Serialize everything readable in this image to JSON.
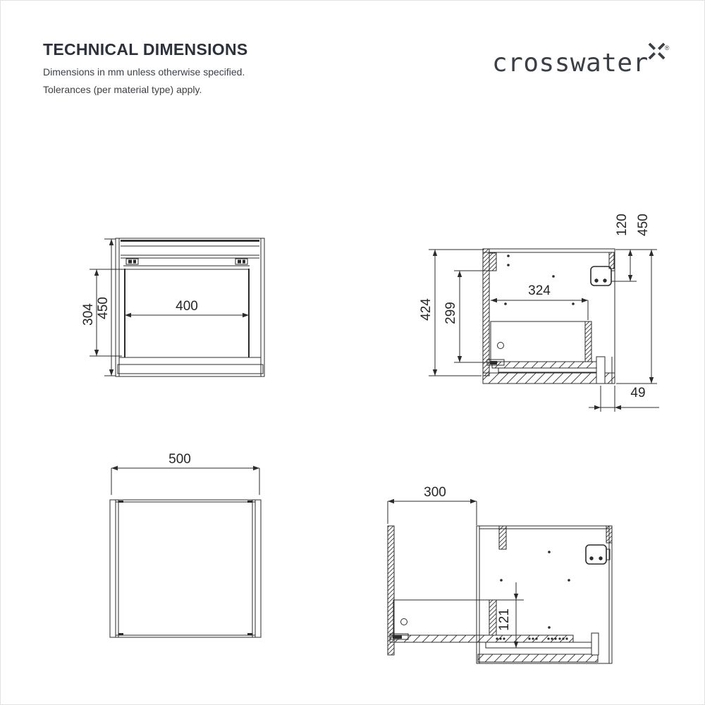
{
  "header": {
    "title": "TECHNICAL DIMENSIONS",
    "subtitle1": "Dimensions in mm unless otherwise specified.",
    "subtitle2": "Tolerances (per material type) apply.",
    "brand": "crosswater",
    "registered": "®"
  },
  "colors": {
    "ink": "#2b2b2b",
    "title_text": "#2c313b",
    "body_text": "#3d4147",
    "brand_text": "#3a3f45",
    "background": "#ffffff"
  },
  "views": {
    "front": {
      "label_width": "400",
      "label_opening_height": "304",
      "label_height": "450"
    },
    "side": {
      "label_carcass_height": "424",
      "label_opening_height": "299",
      "label_inner_depth": "324",
      "label_bracket_offset": "120",
      "label_height": "450",
      "label_front_offset": "49"
    },
    "plan": {
      "label_width": "500"
    },
    "side_open": {
      "label_extension": "300",
      "label_drawer_front": "121"
    }
  }
}
